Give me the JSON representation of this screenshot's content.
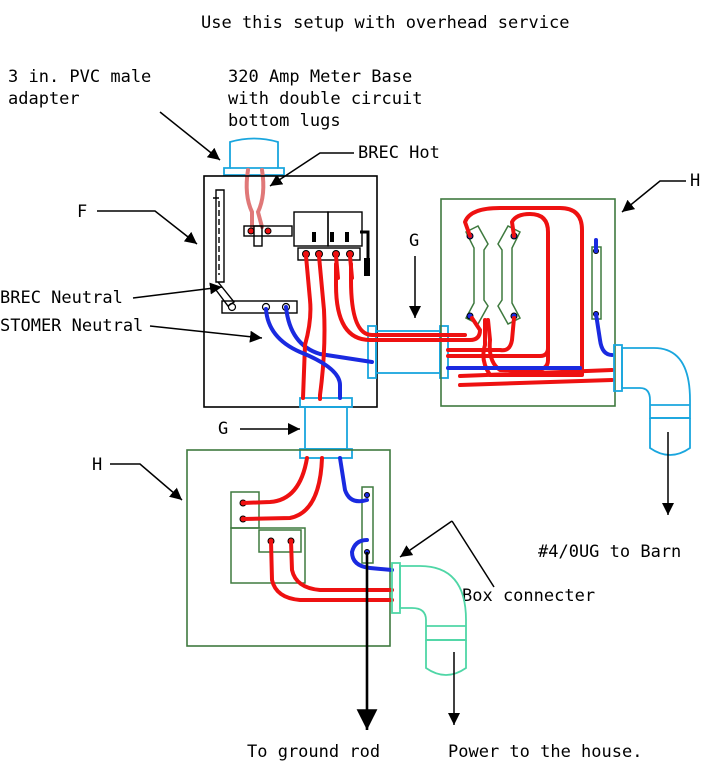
{
  "title": "Use this setup with overhead service",
  "labels": {
    "pvc_adapter_1": "3 in. PVC male",
    "pvc_adapter_2": "adapter",
    "meter_base_1": "320 Amp Meter Base",
    "meter_base_2": "with double circuit",
    "meter_base_3": "bottom lugs",
    "brec_hot": "BREC Hot",
    "f": "F",
    "g_right": "G",
    "g_lower": "G",
    "h_right": "H",
    "h_lower": "H",
    "brec_neutral": "BREC Neutral",
    "customer_neutral": "STOMER Neutral",
    "ug_to_barn": "#4/0UG to Barn",
    "box_connecter": "Box connecter",
    "to_ground_rod": "To ground rod",
    "power_to_house": "Power to the house."
  },
  "colors": {
    "hot_wire": "#ee1111",
    "service_drop": "#e07878",
    "neutral_wire": "#1a2ae0",
    "conduit_g": "#1aa6de",
    "house_conduit": "#4fd6a6",
    "breaker_outline": "#3f7a3f"
  }
}
